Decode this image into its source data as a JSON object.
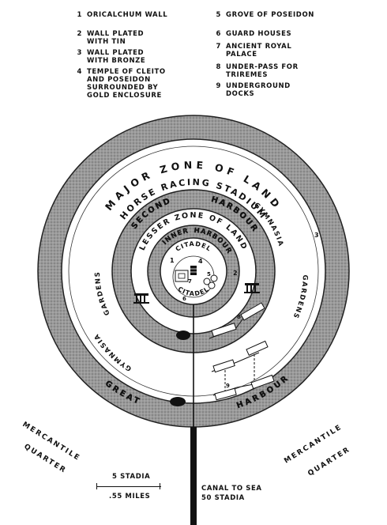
{
  "legend": [
    {
      "num": "1",
      "lines": [
        "ORICALCHUM  WALL"
      ]
    },
    {
      "num": "2",
      "lines": [
        "WALL PLATED",
        "WITH TIN"
      ]
    },
    {
      "num": "3",
      "lines": [
        "WALL PLATED",
        "WITH BRONZE"
      ]
    },
    {
      "num": "4",
      "lines": [
        "TEMPLE OF CLEITO",
        "AND POSEIDON",
        "SURROUNDED BY",
        "GOLD ENCLOSURE"
      ]
    },
    {
      "num": "5",
      "lines": [
        "GROVE OF POSEIDON"
      ]
    },
    {
      "num": "6",
      "lines": [
        "GUARD HOUSES"
      ]
    },
    {
      "num": "7",
      "lines": [
        "ANCIENT ROYAL",
        "PALACE"
      ]
    },
    {
      "num": "8",
      "lines": [
        "UNDER-PASS FOR",
        "TRIREMES"
      ]
    },
    {
      "num": "9",
      "lines": [
        "UNDERGROUND",
        "DOCKS"
      ]
    }
  ],
  "labels": {
    "major_zone": "MAJOR  ZONE  OF  LAND",
    "horse_racing": "HORSE RACING STADIUM",
    "second": "SECOND",
    "harbour_second": "HARBOUR",
    "lesser_zone": "LESSER ZONE OF LAND",
    "inner": "INNER",
    "harbour_inner": "HARBOUR",
    "citadel_top": "CITADEL",
    "citadel_bottom": "CITADEL",
    "gardens_left": "GARDENS",
    "gardens_right": "GARDENS",
    "gymnasia_left": "GYMNASIA",
    "gymnasia_right": "GYMNASIA",
    "great": "GREAT",
    "harbour_great": "HARBOUR",
    "mercantile_left": "MERCANTILE",
    "quarter_left": "QUARTER",
    "mercantile_right": "MERCANTILE",
    "quarter_right": "QUARTER",
    "canal_line1": "CANAL TO SEA",
    "canal_line2": "50 STADIA",
    "scale_top": "5 STADIA",
    "scale_bottom": ".55 MILES"
  },
  "markers": {
    "m1": "1",
    "m2": "2",
    "m3": "3",
    "m4": "4",
    "m5": "5",
    "m6": "6",
    "m7": "7",
    "m8": "8",
    "m9": "9"
  }
}
